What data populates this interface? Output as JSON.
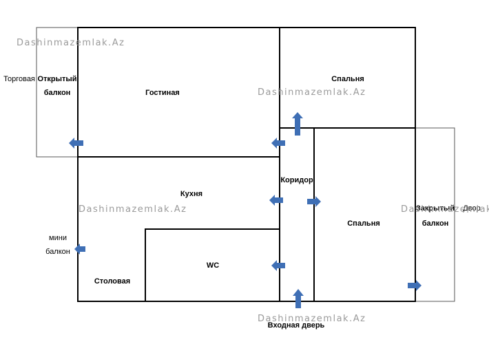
{
  "rooms": {
    "open_balcony_line1": "Открытый",
    "open_balcony_line2": "балкон",
    "living_room": "Гостиная",
    "bedroom_top": "Спальня",
    "kitchen": "Кухня",
    "corridor": "Коридор",
    "bedroom_right": "Спальня",
    "closed_balcony_line1": "Закрытый",
    "closed_balcony_line2": "балкон",
    "mini_balcony_line1": "мини",
    "mini_balcony_line2": "балкон",
    "dining_room": "Столовая",
    "wc": "WC"
  },
  "sides": {
    "left": "Торговая",
    "right": "Двор"
  },
  "entrance": "Входная дверь",
  "watermark": "Dashinmazemlak.Az",
  "colors": {
    "arrow": "#3f6fb5",
    "wall": "#000000"
  }
}
